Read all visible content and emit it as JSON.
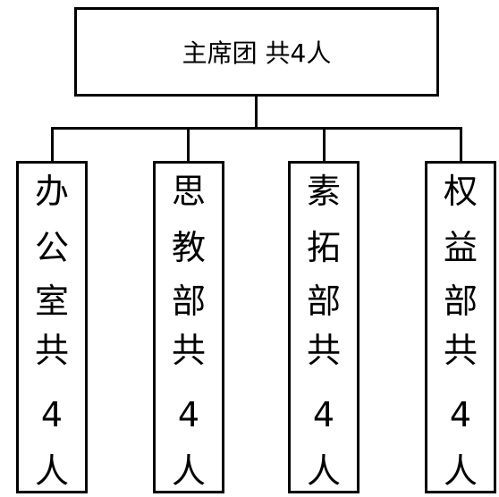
{
  "top": {
    "label": "主席团 共4人"
  },
  "departments": [
    {
      "name_chars": [
        "办",
        "公",
        "室"
      ],
      "count_label": "共",
      "count": "4",
      "unit": "人"
    },
    {
      "name_chars": [
        "思",
        "教",
        "部"
      ],
      "count_label": "共",
      "count": "4",
      "unit": "人"
    },
    {
      "name_chars": [
        "素",
        "拓",
        "部"
      ],
      "count_label": "共",
      "count": "4",
      "unit": "人"
    },
    {
      "name_chars": [
        "权",
        "益",
        "部"
      ],
      "count_label": "共",
      "count": "4",
      "unit": "人"
    }
  ]
}
